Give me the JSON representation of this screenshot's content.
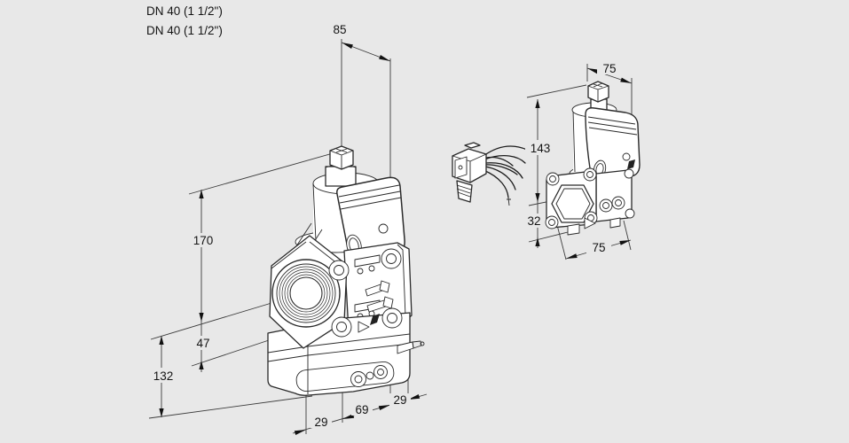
{
  "page": {
    "background_color": "#e8e8e8",
    "line_color": "#2a2a2a",
    "description": "Technical dimension drawing of a gas solenoid valve, two isometric views with cable connector"
  },
  "labels": {
    "dn1": "DN 40 (1 1/2\")",
    "dn2": "DN 40 (1 1/2\")"
  },
  "main_view": {
    "name": "valve-front-isometric-view",
    "dims": {
      "top_width": "85",
      "upper_height": "170",
      "axis_to_flange": "47",
      "lower_height": "132",
      "bottom_left_depth": "29",
      "bottom_width": "69",
      "bottom_right_depth": "29"
    }
  },
  "side_view": {
    "name": "valve-side-isometric-view",
    "dims": {
      "top_width": "75",
      "height": "143",
      "axis_to_bottom": "32",
      "bottom_width": "75"
    }
  }
}
